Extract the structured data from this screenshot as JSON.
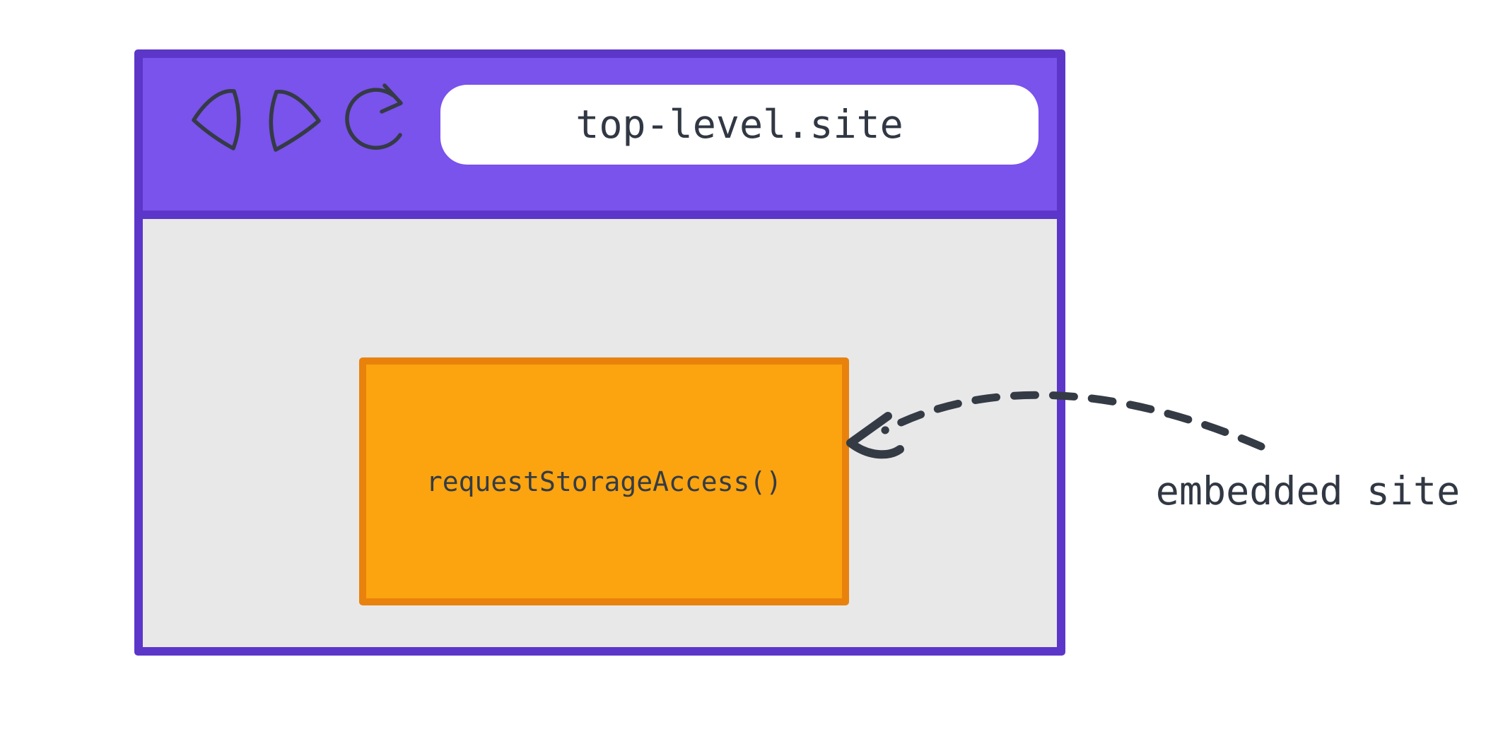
{
  "diagram": {
    "browser_window": {
      "title_bar": {
        "background_color": "#7a52ec",
        "border_color": "#5c36c9",
        "nav_icons": [
          {
            "name": "back-icon"
          },
          {
            "name": "forward-icon"
          },
          {
            "name": "reload-icon"
          }
        ],
        "address_bar": {
          "value": "top-level.site",
          "background_color": "#ffffff",
          "text_color": "#313843"
        }
      },
      "content": {
        "background_color": "#e8e8e9",
        "embedded_frame": {
          "label": "requestStorageAccess()",
          "fill_color": "#fba40f",
          "border_color": "#e8820c",
          "text_color": "#343b45"
        }
      }
    },
    "annotation": {
      "label": "embedded site",
      "arrow": {
        "name": "dashed-annotation-arrow",
        "style": "dashed",
        "color": "#343b45",
        "points_from": "embedded site label",
        "points_to": "embedded frame"
      }
    }
  }
}
